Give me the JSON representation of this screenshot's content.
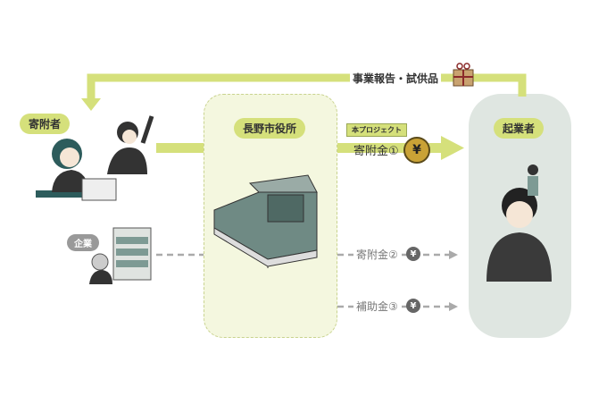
{
  "labels": {
    "donor": "寄附者",
    "city": "長野市役所",
    "entrepreneur": "起業者",
    "company": "企業"
  },
  "flows": {
    "report": "事業報告・試供品",
    "project_bubble": "本プロジェクト",
    "donation1": "寄附金①",
    "donation2": "寄附金②",
    "subsidy3": "補助金③",
    "yen_symbol": "¥"
  },
  "colors": {
    "accent": "#d5e07b",
    "city_bg": "#f4f7df",
    "ent_bg": "#dfe6e1",
    "dashed": "#aaaaaa"
  }
}
